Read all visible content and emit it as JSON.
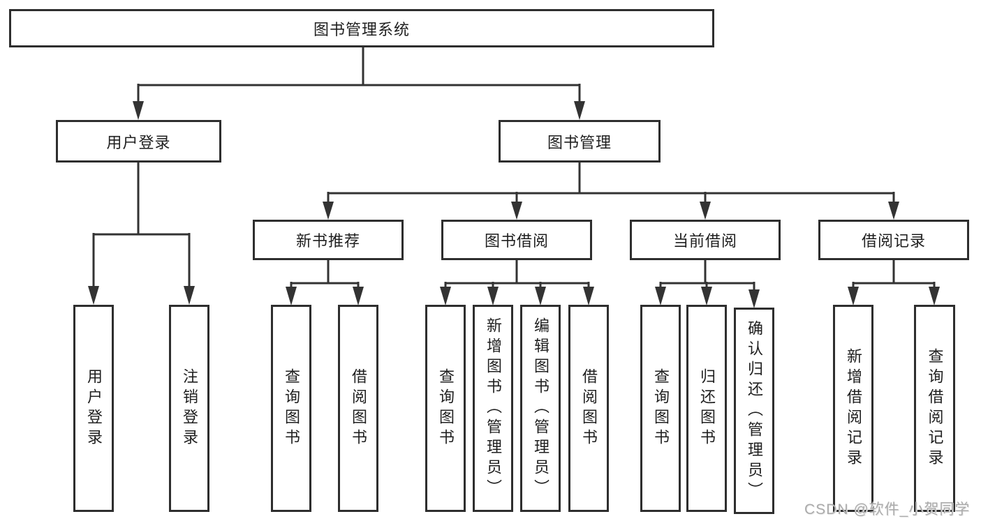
{
  "diagram_type": "hierarchy-tree",
  "colors": {
    "line": "#333333",
    "box_border": "#2e2e2e",
    "text": "#1f1f1f",
    "watermark": "#ababab",
    "background": "#ffffff"
  },
  "tree": {
    "label": "图书管理系统",
    "children": [
      {
        "label": "用户登录",
        "children": [
          {
            "label": "用户登录"
          },
          {
            "label": "注销登录"
          }
        ]
      },
      {
        "label": "图书管理",
        "children": [
          {
            "label": "新书推荐",
            "children": [
              {
                "label": "查询图书"
              },
              {
                "label": "借阅图书"
              }
            ]
          },
          {
            "label": "图书借阅",
            "children": [
              {
                "label": "查询图书"
              },
              {
                "label": "新增图书（管理员）"
              },
              {
                "label": "编辑图书（管理员）"
              },
              {
                "label": "借阅图书"
              }
            ]
          },
          {
            "label": "当前借阅",
            "children": [
              {
                "label": "查询图书"
              },
              {
                "label": "归还图书"
              },
              {
                "label": "确认归还（管理员）"
              }
            ]
          },
          {
            "label": "借阅记录",
            "children": [
              {
                "label": "新增借阅记录"
              },
              {
                "label": "查询借阅记录"
              }
            ]
          }
        ]
      }
    ]
  },
  "watermark": {
    "text": "CSDN @软件_小贺同学"
  }
}
